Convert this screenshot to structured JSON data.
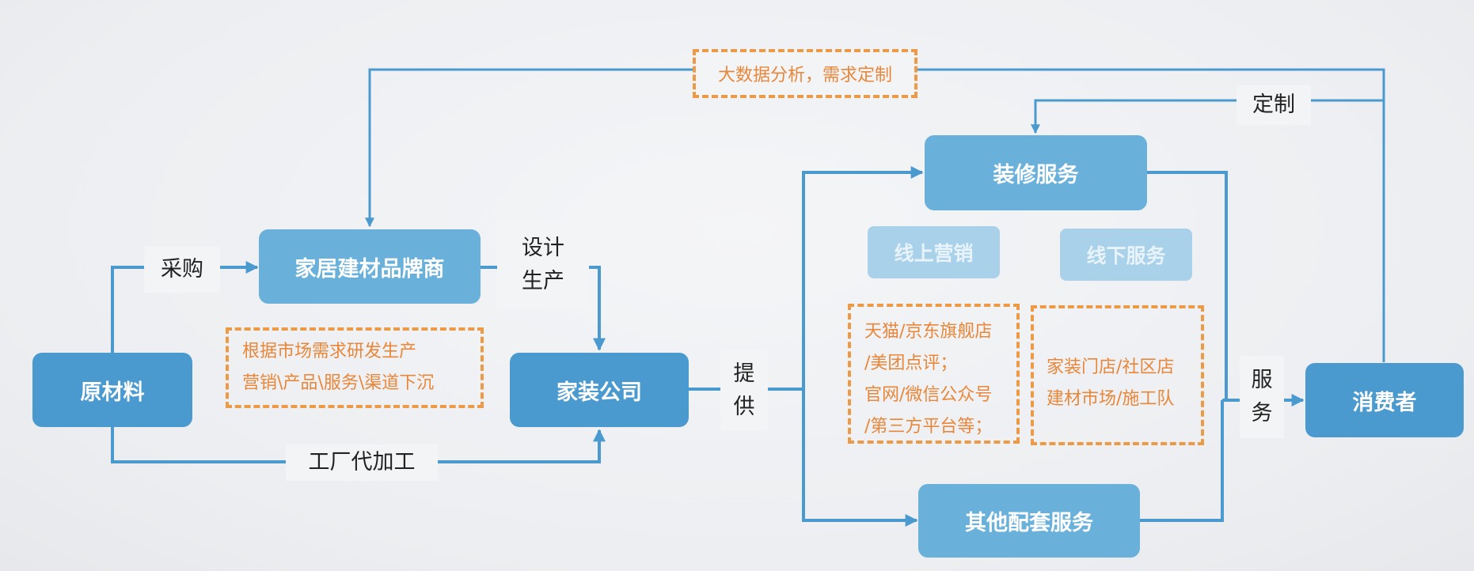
{
  "nodes": {
    "raw_material": "原材料",
    "brand": "家居建材品牌商",
    "decor_company": "家装公司",
    "decoration_service": "装修服务",
    "other_service": "其他配套服务",
    "consumer": "消费者",
    "online_marketing": "线上营销",
    "offline_service": "线下服务"
  },
  "labels": {
    "purchase": "采购",
    "design_line1": "设计",
    "design_line2": "生产",
    "oem": "工厂代加工",
    "provide_line1": "提",
    "provide_line2": "供",
    "service_line1": "服",
    "service_line2": "务",
    "custom": "定制"
  },
  "notes": {
    "big_data": "大数据分析，需求定制",
    "brand_note_line1": "根据市场需求研发生产",
    "brand_note_line2": "营销\\产品\\服务\\渠道下沉",
    "online_line1": "天猫/京东旗舰店",
    "online_line2": "/美团点评；",
    "online_line3": "官网/微信公众号",
    "online_line4": "/第三方平台等；",
    "offline_line1": "家装门店/社区店",
    "offline_line2": "建材市场/施工队"
  },
  "colors": {
    "dark_node": "#4a9ad0",
    "mid_node": "#69b1db",
    "pale_node": "#a9d1ea",
    "arrow": "#4a9ad0",
    "accent": "#ec9a45"
  }
}
